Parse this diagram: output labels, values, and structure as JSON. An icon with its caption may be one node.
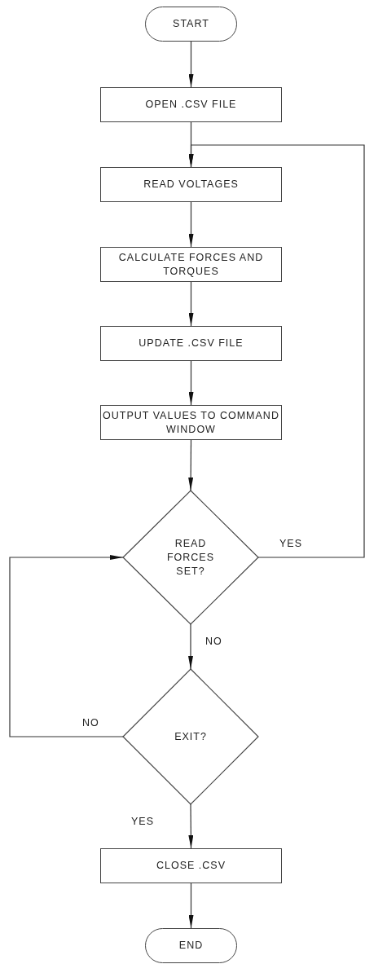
{
  "diagram": {
    "nodes": [
      {
        "text": [
          "START"
        ]
      },
      {
        "text": [
          "OPEN .CSV FILE"
        ]
      },
      {
        "text": [
          "READ VOLTAGES"
        ]
      },
      {
        "text": [
          "CALCULATE FORCES AND TORQUES"
        ]
      },
      {
        "text": [
          "UPDATE .CSV FILE"
        ]
      },
      {
        "text": [
          "OUTPUT VALUES TO COMMAND WINDOW"
        ]
      },
      {
        "text": [
          "READ FORCES SET?"
        ]
      },
      {
        "text": [
          "EXIT?"
        ]
      },
      {
        "text": [
          "CLOSE .CSV"
        ]
      },
      {
        "text": [
          "END"
        ]
      }
    ],
    "edges": [
      {
        "from": 0,
        "to": 1,
        "arrow": "to"
      },
      {
        "from": 1,
        "to": 2,
        "arrow": "to"
      },
      {
        "from": 2,
        "to": 3,
        "arrow": "to"
      },
      {
        "from": 3,
        "to": 4,
        "arrow": "to"
      },
      {
        "from": 4,
        "to": 5,
        "arrow": "to"
      },
      {
        "from": 5,
        "to": 6,
        "arrow": "to"
      },
      {
        "from": 6,
        "to": 2,
        "arrow": "to",
        "label": "YES"
      },
      {
        "from": 6,
        "to": 7,
        "arrow": "to",
        "label": "NO"
      },
      {
        "from": 7,
        "to": 6,
        "arrow": "to",
        "label": "NO"
      },
      {
        "from": 7,
        "to": 8,
        "arrow": "to",
        "label": "YES"
      },
      {
        "from": 8,
        "to": 9,
        "arrow": "to"
      }
    ]
  }
}
